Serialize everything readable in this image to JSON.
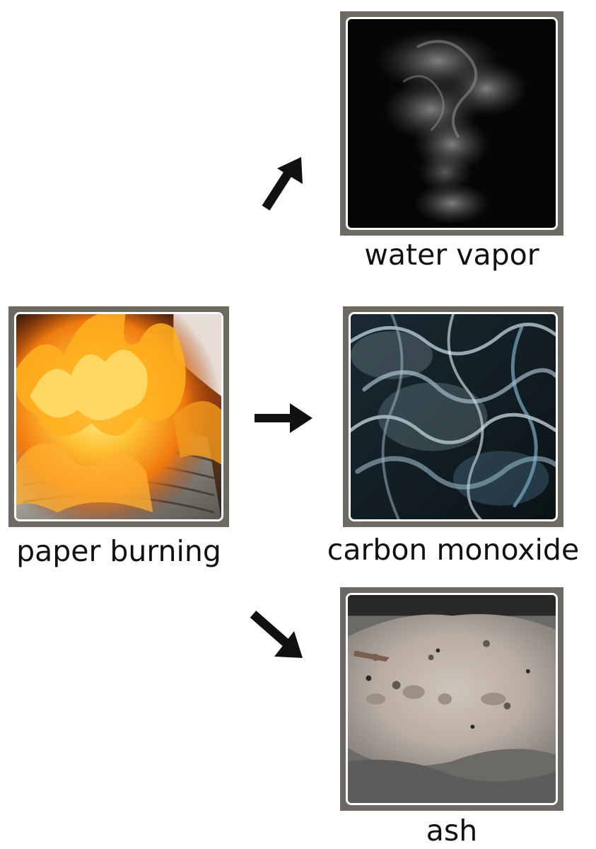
{
  "diagram": {
    "source": {
      "label": "paper burning",
      "image_icon": "fire-photo"
    },
    "products": [
      {
        "label": "water vapor",
        "image_icon": "steam-photo"
      },
      {
        "label": "carbon monoxide",
        "image_icon": "smoke-photo"
      },
      {
        "label": "ash",
        "image_icon": "ash-photo"
      }
    ],
    "arrows": [
      {
        "direction": "up-right",
        "icon": "arrow-up-right-icon"
      },
      {
        "direction": "right",
        "icon": "arrow-right-icon"
      },
      {
        "direction": "down-right",
        "icon": "arrow-down-right-icon"
      }
    ],
    "colors": {
      "frame": "#6d6a64",
      "arrow": "#111111",
      "text": "#111111"
    }
  }
}
